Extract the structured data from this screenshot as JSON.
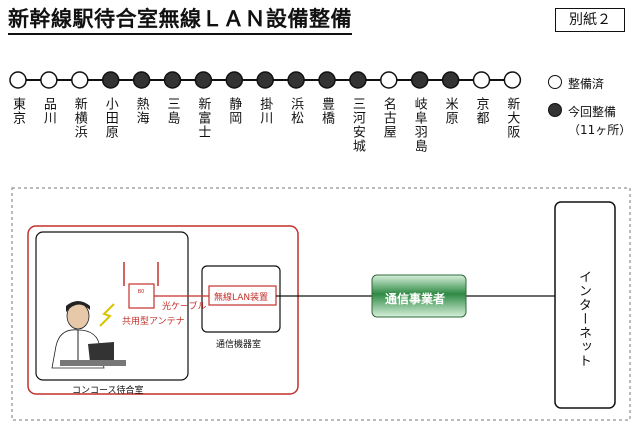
{
  "header": {
    "title": "新幹線駅待合室無線ＬＡＮ設備整備",
    "annex": "別紙２"
  },
  "stations": [
    {
      "name": "東京",
      "status": "done"
    },
    {
      "name": "品川",
      "status": "done"
    },
    {
      "name": "新横浜",
      "status": "done"
    },
    {
      "name": "小田原",
      "status": "new"
    },
    {
      "name": "熱海",
      "status": "new"
    },
    {
      "name": "三島",
      "status": "new"
    },
    {
      "name": "新富士",
      "status": "new"
    },
    {
      "name": "静岡",
      "status": "new"
    },
    {
      "name": "掛川",
      "status": "new"
    },
    {
      "name": "浜松",
      "status": "new"
    },
    {
      "name": "豊橋",
      "status": "new"
    },
    {
      "name": "三河安城",
      "status": "new"
    },
    {
      "name": "名古屋",
      "status": "done"
    },
    {
      "name": "岐阜羽島",
      "status": "new"
    },
    {
      "name": "米原",
      "status": "new"
    },
    {
      "name": "京都",
      "status": "done"
    },
    {
      "name": "新大阪",
      "status": "done"
    }
  ],
  "legend": {
    "done": "整備済",
    "new": "今回整備",
    "new_count": "（11ヶ所）"
  },
  "network": {
    "ap_label": "共用型アンテナ",
    "cable_label": "光ケーブル",
    "device_label": "無線LAN装置",
    "equipment_room": "通信機器室",
    "waiting_room": "コンコース待合室",
    "carrier": "通信事業者",
    "internet": "インターネット"
  },
  "colors": {
    "done_fill": "#ffffff",
    "new_fill": "#333333",
    "area_outline": "#c4302b",
    "carrier_green": "#2f8a44"
  }
}
